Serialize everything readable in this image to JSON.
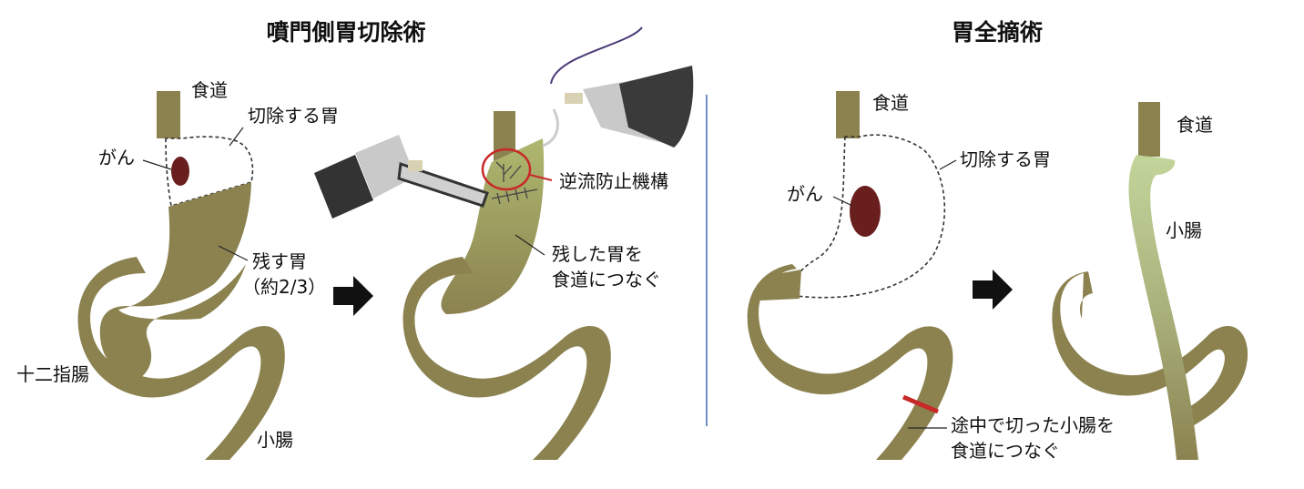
{
  "colors": {
    "organ": "#8b8250",
    "organ_light": "#c2d59a",
    "tumor": "#6a1f1f",
    "divider": "#3f6fae",
    "circle": "#c82828",
    "arrow": "#111111"
  },
  "left_panel": {
    "title": "噴門側胃切除術",
    "before": {
      "esophagus": "食道",
      "resected_stomach": "切除する胃",
      "cancer": "がん",
      "remaining_stomach_line1": "残す胃",
      "remaining_stomach_line2": "（約2/3）",
      "duodenum": "十二指腸",
      "small_intestine": "小腸"
    },
    "after": {
      "reflux_prevention": "逆流防止機構",
      "connect_line1": "残した胃を",
      "connect_line2": "食道につなぐ"
    }
  },
  "right_panel": {
    "title": "胃全摘術",
    "before": {
      "esophagus": "食道",
      "resected_stomach": "切除する胃",
      "cancer": "がん",
      "cut_line1": "途中で切った小腸を",
      "cut_line2": "食道につなぐ"
    },
    "after": {
      "esophagus": "食道",
      "small_intestine": "小腸"
    }
  },
  "icons": {
    "arrow": "right-arrow-icon",
    "instrument": "surgical-instrument-icon"
  }
}
